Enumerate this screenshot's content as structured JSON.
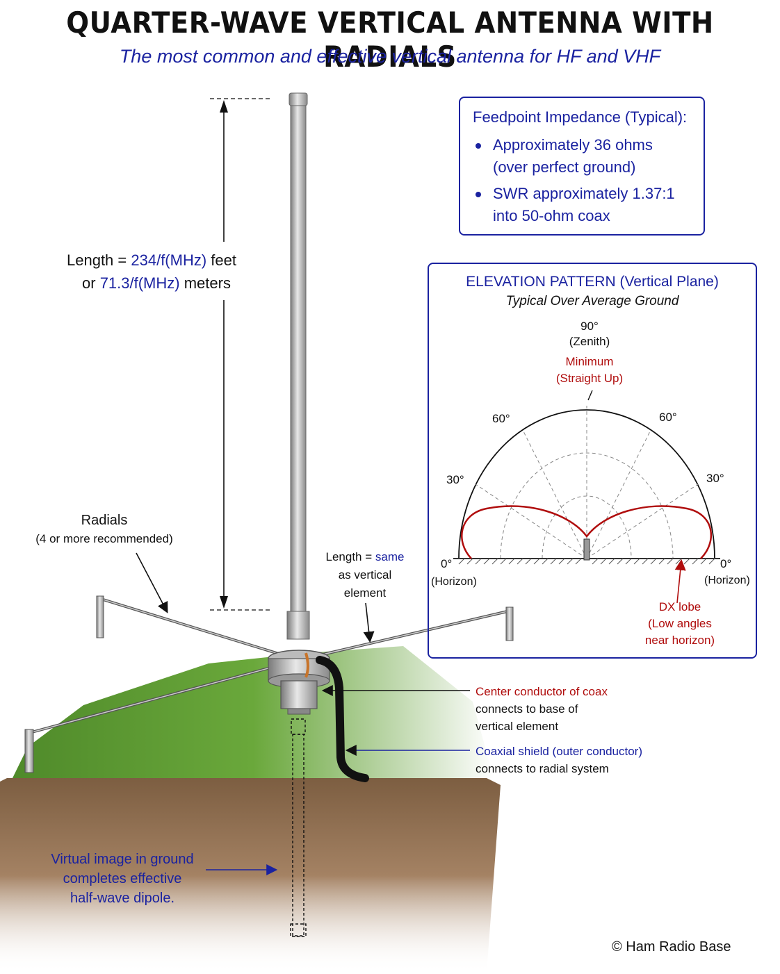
{
  "title": "QUARTER-WAVE VERTICAL ANTENNA WITH RADIALS",
  "subtitle": "The most common and effective vertical antenna for HF and VHF",
  "length_label": {
    "line1_prefix": "Length = ",
    "line1_formula": "234/f(MHz)",
    "line1_suffix": " feet",
    "line2_prefix": "or ",
    "line2_formula": "71.3/f(MHz)",
    "line2_suffix": " meters"
  },
  "radials_label": {
    "title": "Radials",
    "note": "(4 or more recommended)"
  },
  "radial_length_label": {
    "prefix": "Length = ",
    "highlight": "same",
    "line2": "as vertical",
    "line3": "element"
  },
  "feedpoint": {
    "title": "Feedpoint Impedance (Typical):",
    "bullets": [
      {
        "line1": "Approximately 36 ohms",
        "line2": "(over perfect ground)"
      },
      {
        "line1": "SWR approximately 1.37:1",
        "line2": "into 50-ohm coax"
      }
    ]
  },
  "elevation": {
    "title": "ELEVATION PATTERN (Vertical Plane)",
    "subtitle": "Typical Over Average Ground",
    "zenith_angle": "90°",
    "zenith_label": "(Zenith)",
    "minimum_label": "Minimum",
    "minimum_note": "(Straight Up)",
    "angle_60_left": "60°",
    "angle_60_right": "60°",
    "angle_30_left": "30°",
    "angle_30_right": "30°",
    "angle_0_left": "0°",
    "angle_0_right": "0°",
    "horizon_left": "(Horizon)",
    "horizon_right": "(Horizon)",
    "dx_line1": "DX lobe",
    "dx_line2": "(Low angles",
    "dx_line3": "near horizon)"
  },
  "center_conductor": {
    "line1": "Center conductor of coax",
    "line2": "connects to base of",
    "line3": "vertical element"
  },
  "coax_shield": {
    "line1": "Coaxial shield (outer conductor)",
    "line2": "connects to radial system"
  },
  "virtual_image": {
    "line1": "Virtual image in ground",
    "line2": "completes effective",
    "line3": "half-wave dipole."
  },
  "copyright": "© Ham Radio Base",
  "colors": {
    "blue": "#1a22a0",
    "red": "#b00d0d",
    "grass": "#5f9a34",
    "soil": "#8a6440"
  }
}
